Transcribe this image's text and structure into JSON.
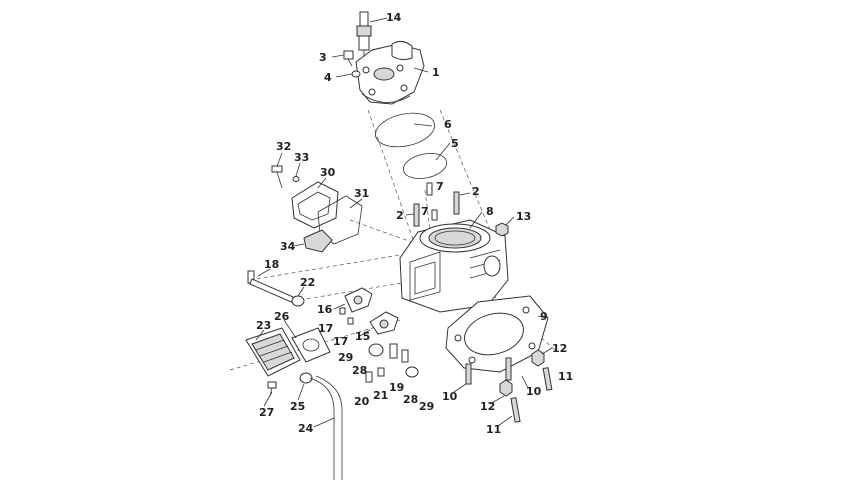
{
  "callouts": {
    "c1": "1",
    "c2a": "2",
    "c2b": "2",
    "c3": "3",
    "c4": "4",
    "c5": "5",
    "c6": "6",
    "c7a": "7",
    "c7b": "7",
    "c8": "8",
    "c9": "9",
    "c10a": "10",
    "c10b": "10",
    "c11a": "11",
    "c11b": "11",
    "c12a": "12",
    "c12b": "12",
    "c13": "13",
    "c14": "14",
    "c15": "15",
    "c16": "16",
    "c17a": "17",
    "c17b": "17",
    "c18": "18",
    "c19": "19",
    "c20": "20",
    "c21": "21",
    "c22": "22",
    "c23": "23",
    "c24": "24",
    "c25": "25",
    "c26": "26",
    "c27": "27",
    "c28a": "28",
    "c28b": "28",
    "c29a": "29",
    "c29b": "29",
    "c30": "30",
    "c31": "31",
    "c32": "32",
    "c33": "33",
    "c34": "34"
  },
  "colors": {
    "line": "#333333",
    "shade": "#d8d8d8",
    "background": "#ffffff"
  }
}
